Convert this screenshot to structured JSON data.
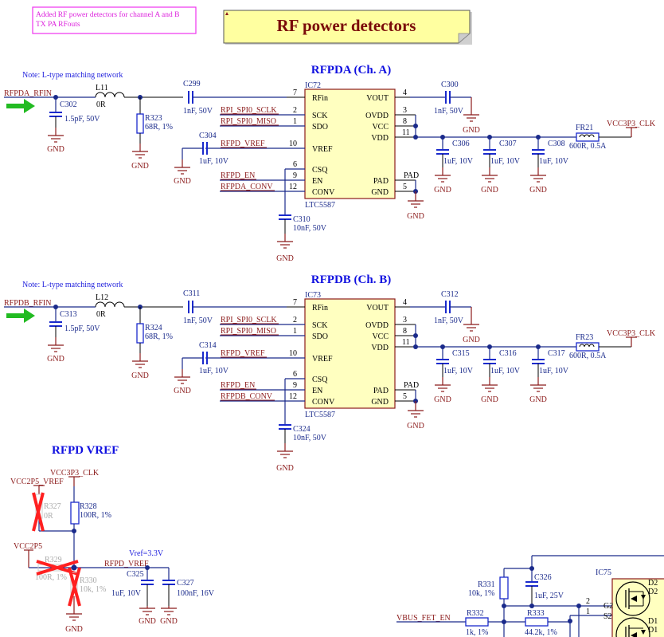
{
  "comment_box": {
    "lines": [
      "Added RF power detectors for channel A and B",
      "TX PA RFouts"
    ]
  },
  "title_note": {
    "text": "RF power detectors"
  },
  "notes": {
    "matching": "Note: L-type matching network"
  },
  "channel_a": {
    "header": "RFPDA (Ch. A)",
    "input_net": "RFPDA_RFIN",
    "C_shunt": {
      "ref": "C302",
      "value": "1.5pF, 50V"
    },
    "L": {
      "ref": "L11",
      "value": "0R"
    },
    "R": {
      "ref": "R323",
      "value": "68R, 1%"
    },
    "C_series": {
      "ref": "C299",
      "value": "1nF, 50V"
    },
    "C_vref": {
      "ref": "C304",
      "value": "1uF, 10V"
    },
    "C_csq": {
      "ref": "C310",
      "value": "10nF, 50V"
    },
    "C_out": {
      "ref": "C300",
      "value": "1nF, 50V"
    },
    "decaps": [
      {
        "ref": "C306",
        "value": "1uF, 10V"
      },
      {
        "ref": "C307",
        "value": "1uF, 10V"
      },
      {
        "ref": "C308",
        "value": "1uF, 10V"
      }
    ],
    "ferrite": {
      "ref": "FR21",
      "value": "600R, 0.5A"
    },
    "supply_net": "VCC3P3_CLK",
    "ic": {
      "ref": "IC72",
      "part": "LTC5587"
    },
    "nets": {
      "sclk": "RPI_SPI0_SCLK",
      "miso": "RPI_SPI0_MISO",
      "vref": "RFPD_VREF",
      "en": "RFPD_EN",
      "conv": "RFPDA_CONV"
    }
  },
  "channel_b": {
    "header": "RFPDB (Ch. B)",
    "input_net": "RFPDB_RFIN",
    "C_shunt": {
      "ref": "C313",
      "value": "1.5pF, 50V"
    },
    "L": {
      "ref": "L12",
      "value": "0R"
    },
    "R": {
      "ref": "R324",
      "value": "68R, 1%"
    },
    "C_series": {
      "ref": "C311",
      "value": "1nF, 50V"
    },
    "C_vref": {
      "ref": "C314",
      "value": "1uF, 10V"
    },
    "C_csq": {
      "ref": "C324",
      "value": "10nF, 50V"
    },
    "C_out": {
      "ref": "C312",
      "value": "1nF, 50V"
    },
    "decaps": [
      {
        "ref": "C315",
        "value": "1uF, 10V"
      },
      {
        "ref": "C316",
        "value": "1uF, 10V"
      },
      {
        "ref": "C317",
        "value": "1uF, 10V"
      }
    ],
    "ferrite": {
      "ref": "FR23",
      "value": "600R, 0.5A"
    },
    "supply_net": "VCC3P3_CLK",
    "ic": {
      "ref": "IC73",
      "part": "LTC5587"
    },
    "nets": {
      "sclk": "RPI_SPI0_SCLK",
      "miso": "RPI_SPI0_MISO",
      "vref": "RFPD_VREF",
      "en": "RFPD_EN",
      "conv": "RFPDB_CONV"
    }
  },
  "ic_pins": {
    "left": [
      {
        "num": "7",
        "name": "RFin"
      },
      {
        "num": "2",
        "name": "SCK"
      },
      {
        "num": "1",
        "name": "SDO"
      },
      {
        "num": "10",
        "name": "VREF"
      },
      {
        "num": "6",
        "name": "CSQ"
      },
      {
        "num": "9",
        "name": "EN"
      },
      {
        "num": "12",
        "name": "CONV"
      }
    ],
    "right": [
      {
        "num": "4",
        "name": "VOUT"
      },
      {
        "num": "3",
        "name": "OVDD"
      },
      {
        "num": "8",
        "name": "VCC"
      },
      {
        "num": "11",
        "name": "VDD"
      },
      {
        "num": "",
        "name": "PAD"
      },
      {
        "num": "5",
        "name": "GND"
      }
    ],
    "pad_label": "PAD"
  },
  "gnd_label": "GND",
  "vref_section": {
    "header": "RFPD VREF",
    "net_3v3": "VCC3P3_CLK",
    "net_2v5_vref": "VCC2P5_VREF",
    "net_2v5": "VCC2P5",
    "out_net": "RFPD_VREF",
    "vref_note": "Vref=3.3V",
    "R327": {
      "ref": "R327",
      "value": "0R",
      "dnp": true
    },
    "R328": {
      "ref": "R328",
      "value": "100R, 1%"
    },
    "R329": {
      "ref": "R329",
      "value": "100R, 1%",
      "dnp": true
    },
    "R330": {
      "ref": "R330",
      "value": "10k, 1%",
      "dnp": true
    },
    "C325": {
      "ref": "C325",
      "value": "1uF, 10V"
    },
    "C327": {
      "ref": "C327",
      "value": "100nF, 16V"
    }
  },
  "vbus_section": {
    "net": "VBUS_FET_EN",
    "R331": {
      "ref": "R331",
      "value": "10k, 1%"
    },
    "C326": {
      "ref": "C326",
      "value": "1uF, 25V"
    },
    "R332": {
      "ref": "R332",
      "value": "1k, 1%"
    },
    "R333": {
      "ref": "R333",
      "value": "44.2k, 1%"
    },
    "ic": {
      "ref": "IC75"
    },
    "pins": {
      "g2": "G2",
      "s2": "S2",
      "d2a": "D2",
      "d2b": "D2",
      "d1a": "D1",
      "d1b": "D1",
      "n2": "2",
      "n1": "1"
    }
  }
}
